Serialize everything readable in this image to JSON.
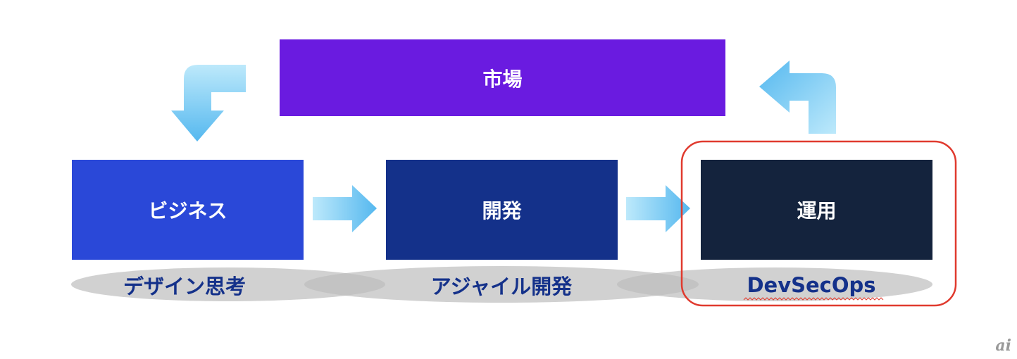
{
  "nodes": {
    "market": "市場",
    "business": "ビジネス",
    "development": "開発",
    "operations": "運用"
  },
  "methods": {
    "design_thinking": "デザイン思考",
    "agile": "アジャイル開発",
    "devsecops": "DevSecOps"
  },
  "watermark": "ai",
  "colors": {
    "market": "#6a1be0",
    "business": "#2a48d8",
    "development": "#14318a",
    "operations": "#14233d",
    "highlight": "#e03a2e",
    "label_text": "#14318a"
  }
}
